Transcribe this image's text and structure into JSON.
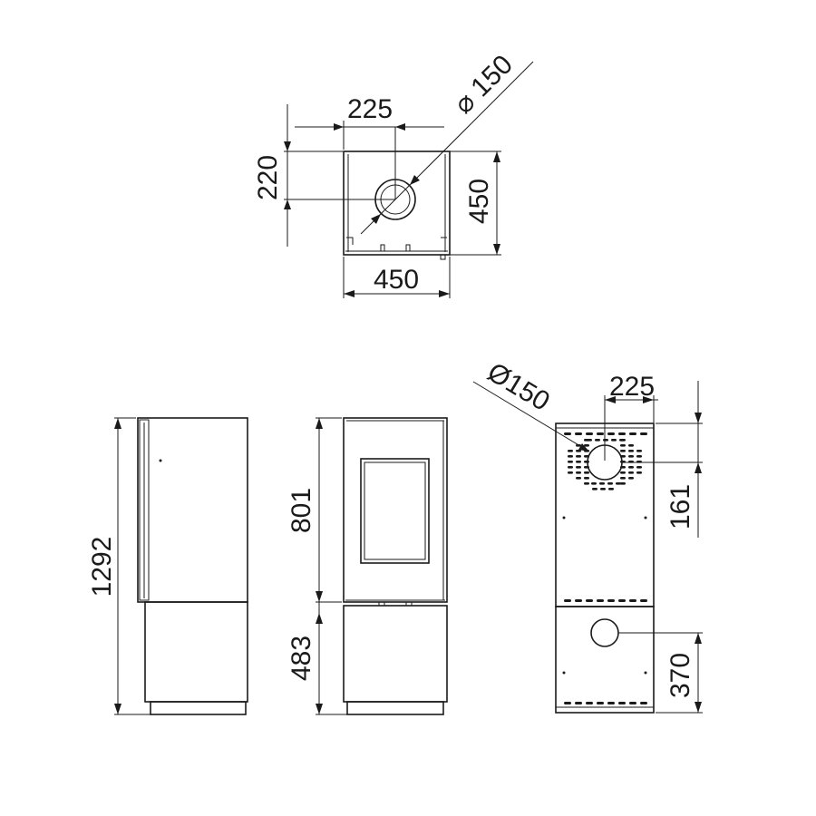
{
  "top_view": {
    "width_label": "450",
    "depth_label": "450",
    "flue_offset_x_label": "225",
    "flue_offset_y_label": "220",
    "flue_diameter_label": "⌀ 150"
  },
  "side_view": {
    "total_height_label": "1292"
  },
  "front_view": {
    "upper_height_label": "801",
    "lower_height_label": "483"
  },
  "rear_view": {
    "flue_offset_x_label": "225",
    "flue_diameter_label": "Ø150",
    "top_flue_offset_label": "161",
    "bottom_inlet_height_label": "370"
  }
}
